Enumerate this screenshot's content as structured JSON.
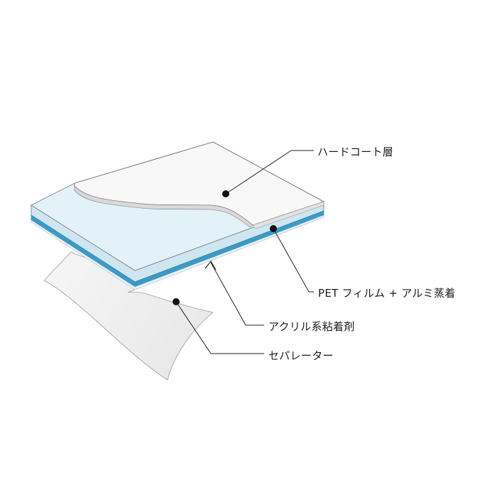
{
  "labels": {
    "hardcoat": "ハードコート層",
    "pet_film": "PET フィルム + アルミ蒸着",
    "adhesive": "アクリル系粘着剤",
    "separator": "セパレーター"
  },
  "colors": {
    "film_top": "#e3f1f9",
    "film_side": "#cde6f1",
    "aluminium_stripe": "#3a9bc8",
    "hardcoat": "#f8f8f8",
    "hardcoat_edge": "#d9d9d9",
    "separator": "#f2f2f2",
    "outline": "#7a7a7a",
    "leader_line": "#222222"
  }
}
